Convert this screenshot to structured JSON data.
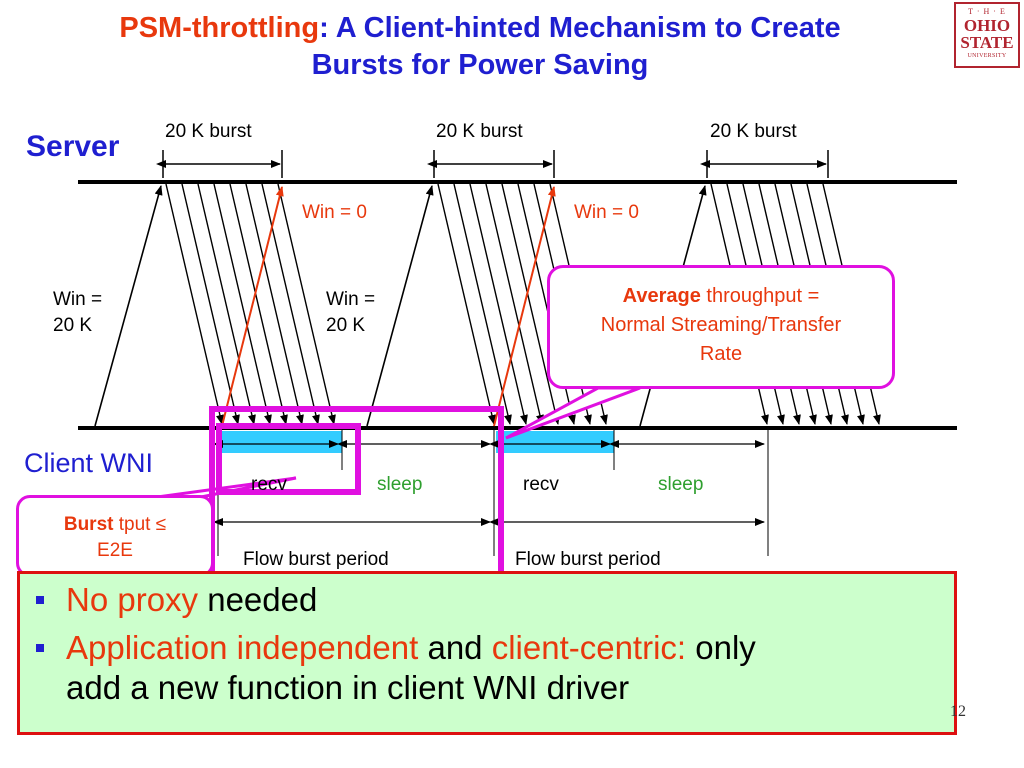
{
  "title": {
    "red_part": "PSM-throttling",
    "rest_line1": ": A Client-hinted Mechanism to Create",
    "line2": "Bursts for Power Saving"
  },
  "logo": {
    "line1": "T · H · E",
    "line2": "OHIO",
    "line3": "STATE",
    "line4": "UNIVERSITY"
  },
  "labels": {
    "server": "Server",
    "client_wni": "Client WNI",
    "burst1": "20 K burst",
    "burst2": "20 K burst",
    "burst3": "20 K burst",
    "win0_a": "Win = 0",
    "win0_b": "Win = 0",
    "win_a_line1": "Win =",
    "win_a_line2": "20 K",
    "win_b_line1": "Win =",
    "win_b_line2": "20 K",
    "recv1": "recv",
    "sleep1": "sleep",
    "recv2": "recv",
    "sleep2": "sleep",
    "period1": "Flow burst period",
    "period2": "Flow burst period"
  },
  "callout_average": {
    "bold": "Average",
    "rest": " throughput =",
    "line2": "Normal Streaming/Transfer",
    "line3": "Rate"
  },
  "callout_burst": {
    "bold": "Burst",
    "rest": " tput ≤",
    "line2": "E2E"
  },
  "bullets": {
    "b1_red": "No proxy",
    "b1_black": " needed",
    "b2_red1": "Application independent",
    "b2_black1": " and ",
    "b2_red2": "client-centric:",
    "b2_black2": " only",
    "b2_line2": "add a new function in client WNI driver"
  },
  "page_number": "12",
  "colors": {
    "title_blue": "#1f1fd0",
    "title_red": "#e8380d",
    "magenta": "#e010e0",
    "recv_bar": "#33ccff",
    "sleep_green": "#2e9f2e",
    "bullet_bg": "#ccffcc",
    "bullet_border": "#dd1010"
  }
}
